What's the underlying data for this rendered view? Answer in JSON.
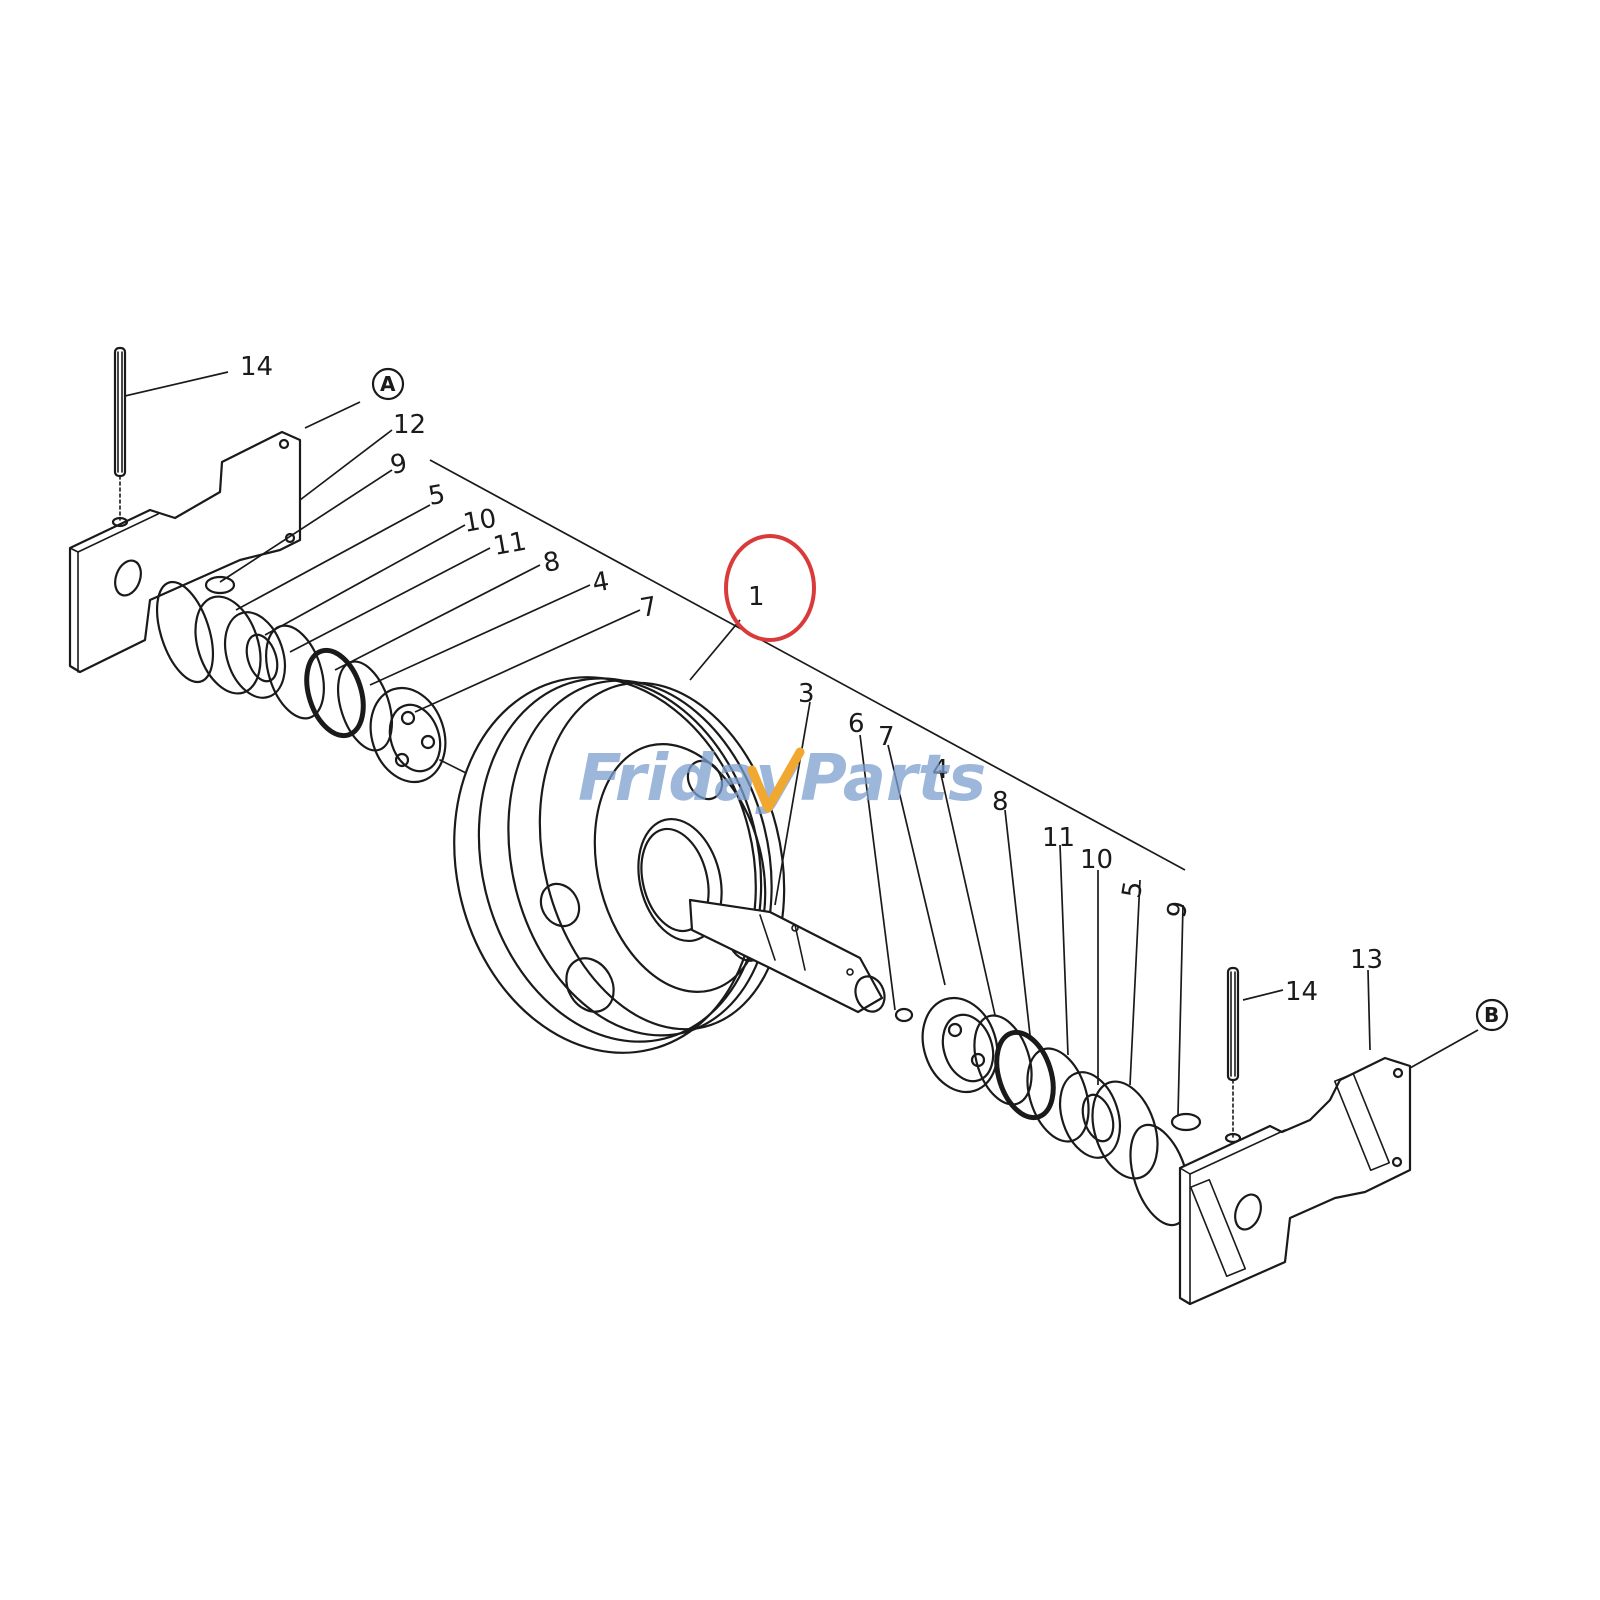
{
  "diagram": {
    "callouts_left": [
      "14",
      "12",
      "9",
      "5",
      "10",
      "11",
      "8",
      "4",
      "7"
    ],
    "callout_main": "1",
    "callouts_right": [
      "3",
      "6",
      "7",
      "4",
      "8",
      "11",
      "10",
      "5",
      "9"
    ],
    "callout_pin_right": "14",
    "callout_bracket_right": "13",
    "ref_a": "A",
    "ref_b": "B",
    "highlight_color": "#d93b3b"
  },
  "watermark": {
    "brand_part1": "Friday",
    "brand_part2": "Parts",
    "text_color": "#7d9fd0",
    "accent_color": "#f0a830"
  }
}
